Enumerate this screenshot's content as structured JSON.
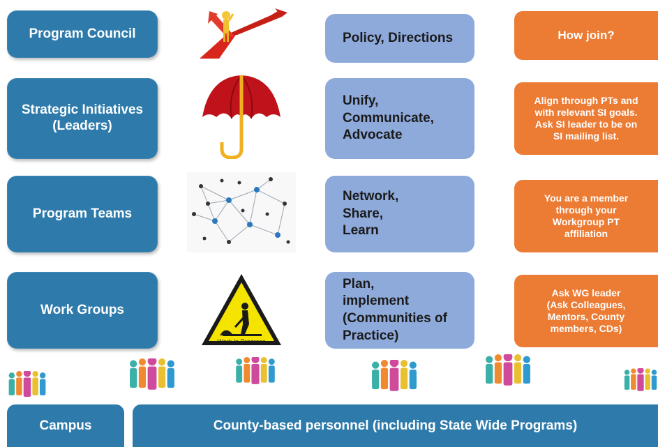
{
  "left_column": {
    "program_council": "Program Council",
    "strategic_initiatives": "Strategic Initiatives\n(Leaders)",
    "program_teams": "Program Teams",
    "work_groups": "Work Groups"
  },
  "middle_column": {
    "policy": "Policy, Directions",
    "unify": "Unify,\nCommunicate,\nAdvocate",
    "network": "Network,\nShare,\nLearn",
    "plan": "Plan,\nimplement\n(Communities of\nPractice)"
  },
  "right_column": {
    "how_join": "How join?",
    "align": "Align through PTs and\nwith relevant SI goals.\nAsk SI leader to be on\nSI mailing list.",
    "member": "You are a member\nthrough your\nWorkgroup PT\naffiliation",
    "ask_wg": "Ask WG leader\n(Ask Colleagues,\nMentors, County\nmembers, CDs)"
  },
  "work_in_progress_sign": "Work In Progress",
  "bottom_bar": {
    "campus": "Campus",
    "county": "County-based personnel (including State Wide Programs)"
  },
  "colors": {
    "blue": "#2e7bab",
    "lavender": "#8eaadb",
    "orange": "#ec7b33",
    "umbrella_red": "#c0121a",
    "road_red": "#d8261c",
    "sign_yellow": "#f5e400"
  },
  "icons": [
    "crossroads-figure-icon",
    "umbrella-icon",
    "network-icon",
    "work-in-progress-sign-icon",
    "people-group-icon"
  ]
}
